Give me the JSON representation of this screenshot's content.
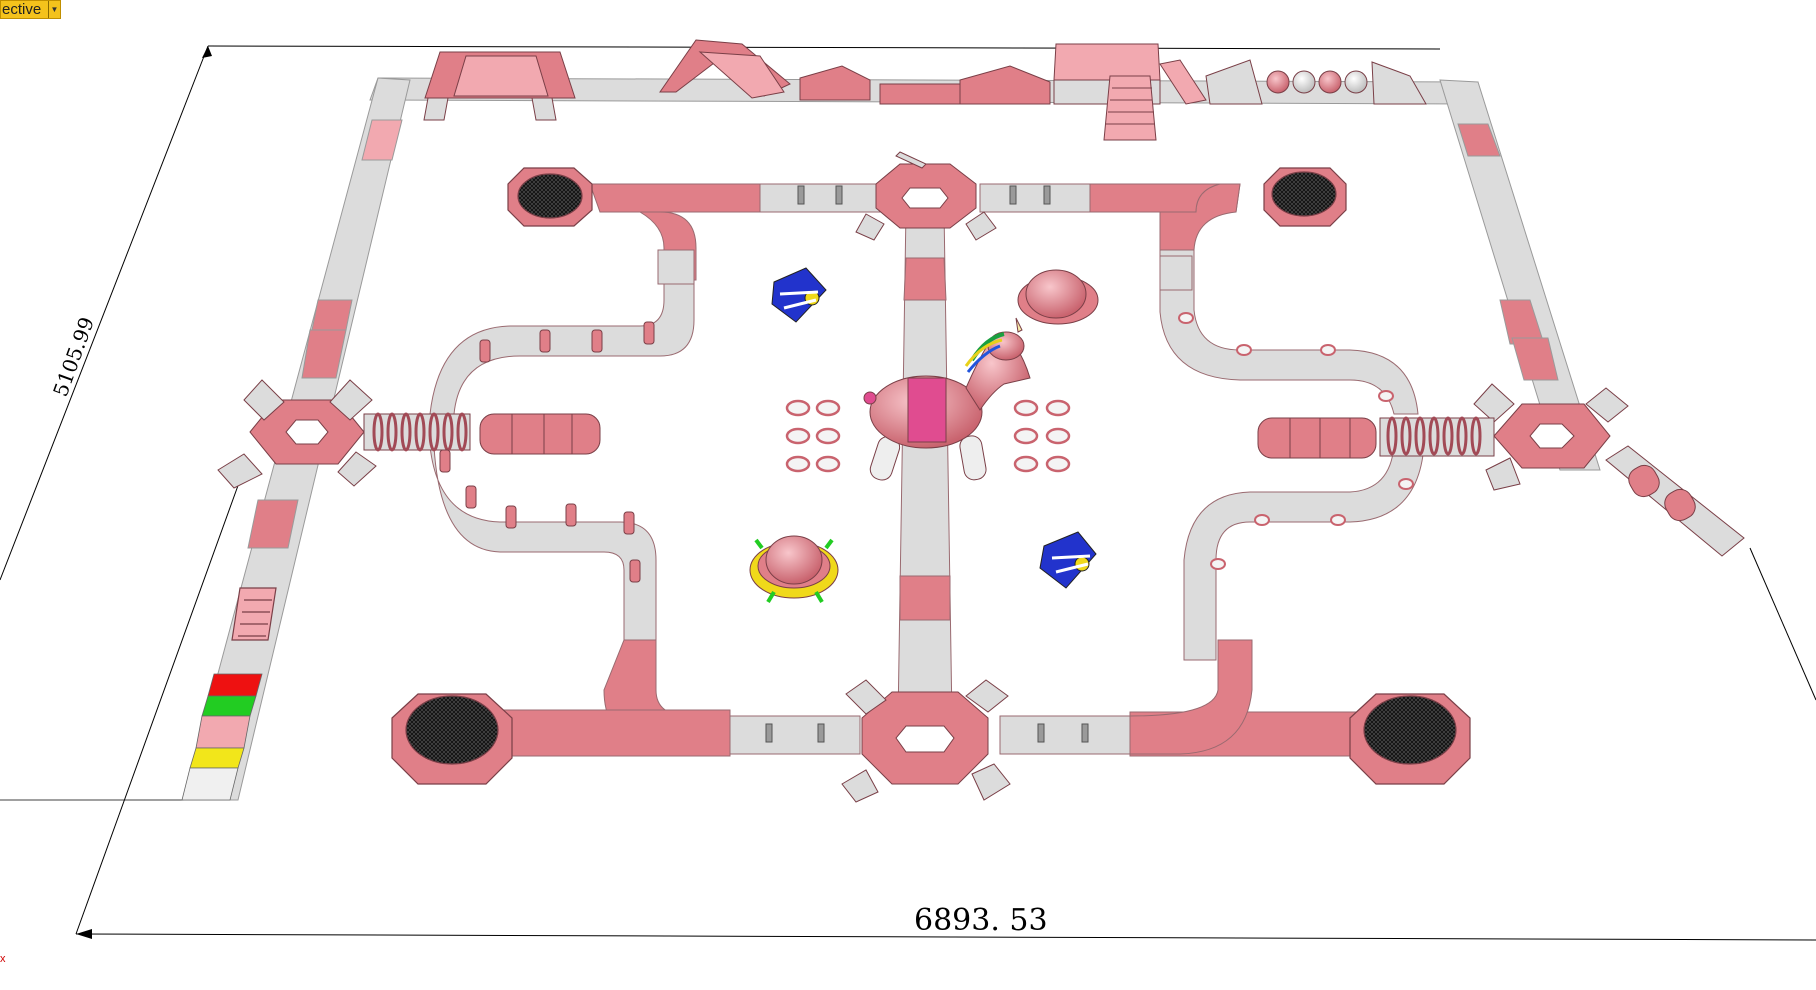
{
  "viewport": {
    "label": "ective",
    "menu_icon": "dropdown-arrow-icon"
  },
  "dimensions": {
    "width_label": "6893. 53",
    "depth_label": "5105.99"
  },
  "colors": {
    "pink": "#e07f88",
    "pink_light": "#f2a9b0",
    "gray": "#dcdcdc",
    "gray_dark": "#b8b8b8",
    "trampoline": "#1a1a1a",
    "red": "#ee1111",
    "green": "#22cc22",
    "yellow": "#f2e61a",
    "blue": "#2233cc",
    "accent_yellow": "#f0d91a"
  },
  "axis": {
    "x_marker": "x"
  }
}
